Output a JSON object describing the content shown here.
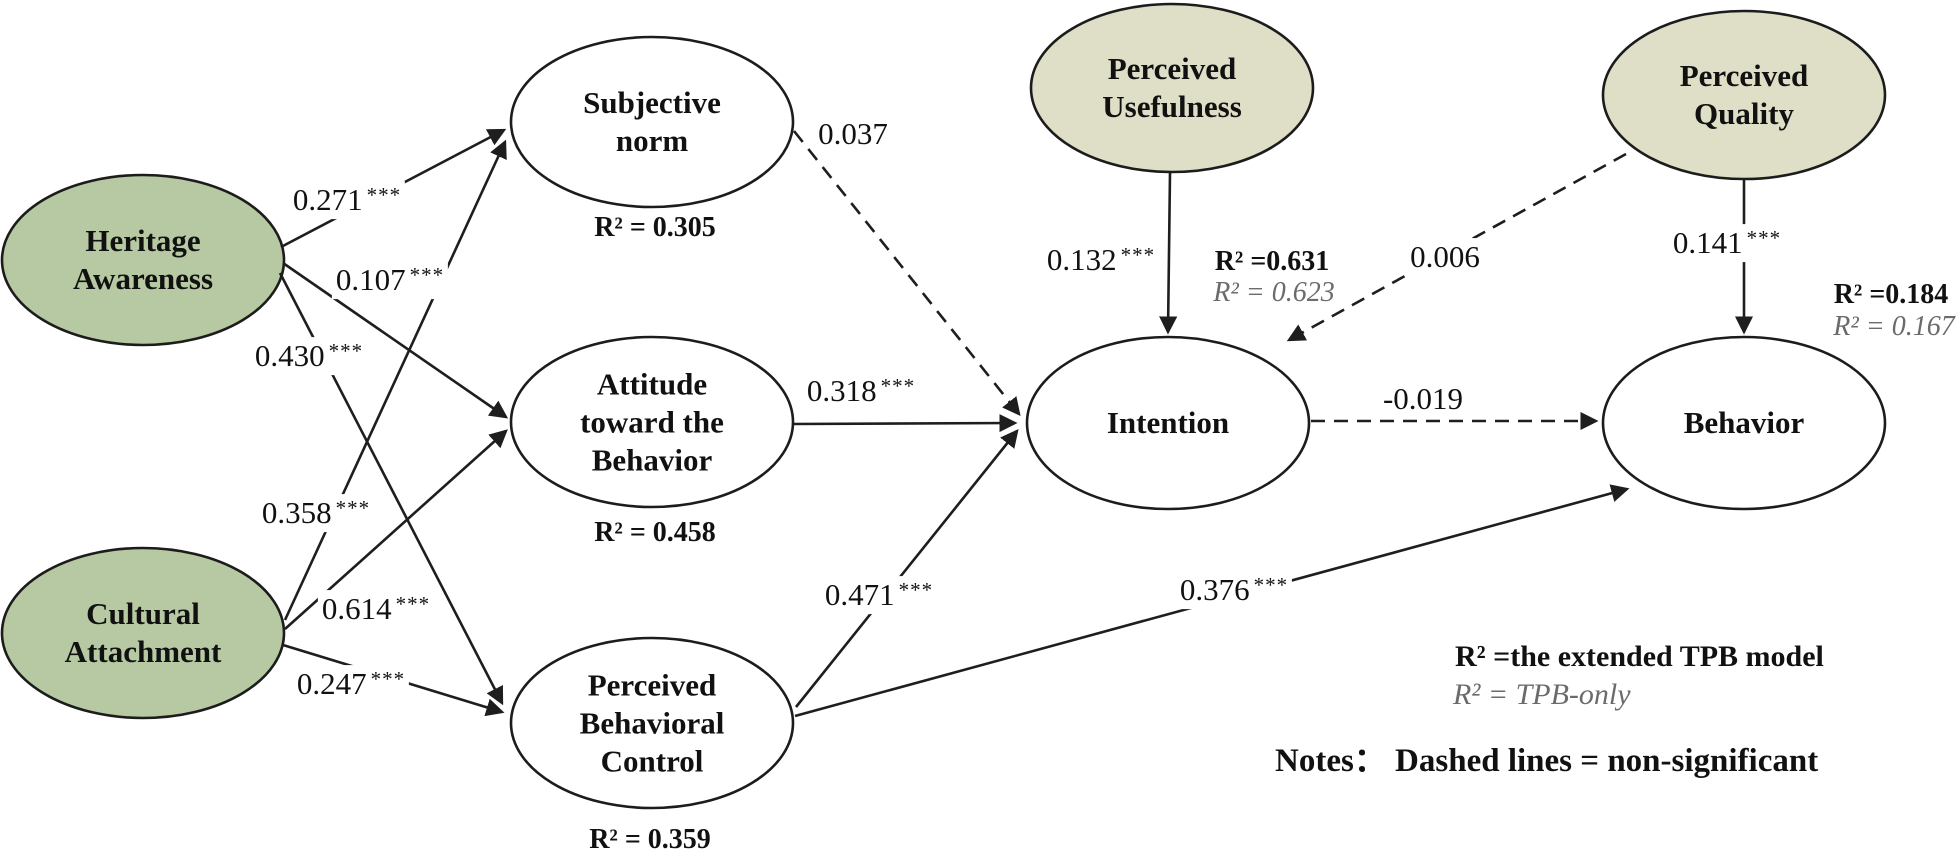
{
  "diagram_title": "Extended TPB structural model",
  "colors": {
    "exogenous_fill": "#b7c9a2",
    "external_fill": "#dfdec6",
    "endogenous_fill": "#ffffff",
    "line": "#1e1e1e",
    "muted_text": "#6b6b6b"
  },
  "nodes": [
    {
      "id": "heritage-awareness",
      "label": "Heritage\nAwareness"
    },
    {
      "id": "cultural-attachment",
      "label": "Cultural\nAttachment"
    },
    {
      "id": "subjective-norm",
      "label": "Subjective\nnorm",
      "r2": "R² = 0.305"
    },
    {
      "id": "attitude",
      "label": "Attitude\ntoward the\nBehavior",
      "r2": "R² = 0.458"
    },
    {
      "id": "perceived-behavioral-control",
      "label": "Perceived\nBehavioral\nControl",
      "r2": "R² = 0.359"
    },
    {
      "id": "perceived-usefulness",
      "label": "Perceived\nUsefulness"
    },
    {
      "id": "intention",
      "label": "Intention",
      "r2_extended": "R² =0.631",
      "r2_tpb": "R² = 0.623"
    },
    {
      "id": "perceived-quality",
      "label": "Perceived\nQuality"
    },
    {
      "id": "behavior",
      "label": "Behavior",
      "r2_extended": "R² =0.184",
      "r2_tpb": "R² = 0.167"
    }
  ],
  "paths": [
    {
      "from": "Heritage Awareness",
      "to": "Subjective norm",
      "value": "0.271",
      "stars": "***",
      "style": "solid"
    },
    {
      "from": "Heritage Awareness",
      "to": "Attitude toward the Behavior",
      "value": "0.107",
      "stars": "***",
      "style": "solid"
    },
    {
      "from": "Heritage Awareness",
      "to": "Perceived Behavioral Control",
      "value": "0.430",
      "stars": "***",
      "style": "solid"
    },
    {
      "from": "Cultural Attachment",
      "to": "Subjective norm",
      "value": "0.358",
      "stars": "***",
      "style": "solid"
    },
    {
      "from": "Cultural Attachment",
      "to": "Attitude toward the Behavior",
      "value": "0.614",
      "stars": "***",
      "style": "solid"
    },
    {
      "from": "Cultural Attachment",
      "to": "Perceived Behavioral Control",
      "value": "0.247",
      "stars": "***",
      "style": "solid"
    },
    {
      "from": "Subjective norm",
      "to": "Intention",
      "value": "0.037",
      "stars": "",
      "style": "dashed"
    },
    {
      "from": "Attitude toward the Behavior",
      "to": "Intention",
      "value": "0.318",
      "stars": "***",
      "style": "solid"
    },
    {
      "from": "Perceived Behavioral Control",
      "to": "Intention",
      "value": "0.471",
      "stars": "***",
      "style": "solid"
    },
    {
      "from": "Perceived Behavioral Control",
      "to": "Behavior",
      "value": "0.376",
      "stars": "***",
      "style": "solid"
    },
    {
      "from": "Perceived Usefulness",
      "to": "Intention",
      "value": "0.132",
      "stars": "***",
      "style": "solid"
    },
    {
      "from": "Perceived Quality",
      "to": "Intention",
      "value": "0.006",
      "stars": "",
      "style": "dashed"
    },
    {
      "from": "Intention",
      "to": "Behavior",
      "value": "-0.019",
      "stars": "",
      "style": "dashed"
    },
    {
      "from": "Perceived Quality",
      "to": "Behavior",
      "value": "0.141",
      "stars": "***",
      "style": "solid"
    }
  ],
  "legend": {
    "extended": "R² =the extended TPB model",
    "tpb_only": "R² = TPB-only",
    "notes": "Notes： Dashed lines = non-significant"
  }
}
